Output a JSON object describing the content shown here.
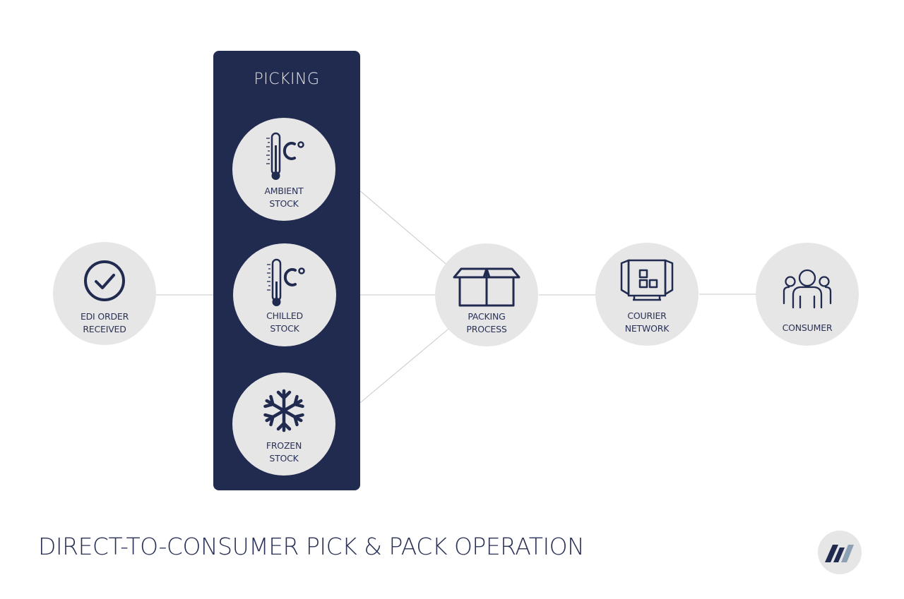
{
  "panel": {
    "title": "PICKING"
  },
  "nodes": {
    "edi": {
      "line1": "EDI ORDER",
      "line2": "RECEIVED",
      "icon": "check-circle-icon"
    },
    "ambient": {
      "line1": "AMBIENT",
      "line2": "STOCK",
      "icon": "thermometer-icon"
    },
    "chilled": {
      "line1": "CHILLED",
      "line2": "STOCK",
      "icon": "thermometer-icon"
    },
    "frozen": {
      "line1": "FROZEN",
      "line2": "STOCK",
      "icon": "snowflake-icon"
    },
    "packing": {
      "line1": "PACKING",
      "line2": "PROCESS",
      "icon": "open-box-icon"
    },
    "courier": {
      "line1": "COURIER",
      "line2": "NETWORK",
      "icon": "delivery-truck-icon"
    },
    "consumer": {
      "line1": "CONSUMER",
      "icon": "people-icon"
    }
  },
  "footer": {
    "title": "DIRECT-TO-CONSUMER PICK & PACK OPERATION"
  },
  "colors": {
    "navy": "#212a4f",
    "node": "#e6e6e6",
    "line": "#c8c8c8",
    "logo_light": "#8ca1b4"
  }
}
